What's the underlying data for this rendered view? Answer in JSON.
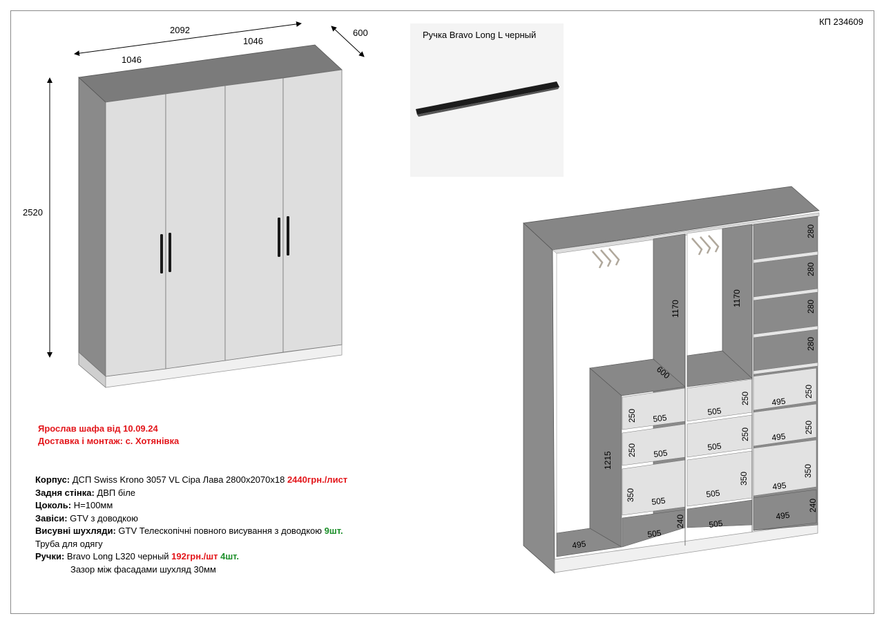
{
  "project_code": "КП 234609",
  "handle": {
    "title": "Ручка Bravo Long L черный"
  },
  "header": {
    "line1": "Ярослав шафа від 10.09.24",
    "line2": "Доставка і монтаж: с. Хотянівка"
  },
  "spec": {
    "body_label": "Корпус:",
    "body_value": " ДСП Swiss Krono 3057 VL Сіра Лава 2800х2070х18 ",
    "body_price": "2440грн./лист",
    "back_label": "Задня стінка:",
    "back_value": "  ДВП біле",
    "plinth_label": "Цоколь:",
    "plinth_value": " H=100мм",
    "hinge_label": "Завіси:",
    "hinge_value": " GTV з доводкою",
    "drawer_label": "Висувні шухляди:",
    "drawer_value": " GTV Телескопічні повного висування з доводкою ",
    "drawer_qty": "9шт.",
    "rail": "Труба для одягу",
    "handle_label": "Ручки:",
    "handle_value": " Bravo Long L320 черный ",
    "handle_price": "192грн./шт ",
    "handle_qty": "4шт.",
    "gap": "Зазор між фасадами шухляд 30мм"
  },
  "front_view": {
    "width_total": "2092",
    "width_left": "1046",
    "width_right": "1046",
    "depth": "600",
    "height": "2520"
  },
  "interior_view": {
    "rail_height_a": "1170",
    "rail_height_b": "1170",
    "depth": "600",
    "left_block_height": "1215",
    "bottom_left": "495",
    "shelves": [
      "280",
      "280",
      "280",
      "280"
    ],
    "col1_drawers": {
      "h1": "250",
      "w1": "505",
      "h2": "250",
      "w2": "505",
      "h3": "350",
      "w3": "505",
      "h4": "240",
      "w4": "505"
    },
    "col2_drawers": {
      "h1": "250",
      "w1": "505",
      "h2": "250",
      "w2": "505",
      "h3": "350",
      "w3": "505",
      "w4": "505"
    },
    "col3_drawers": {
      "h1": "250",
      "w1": "495",
      "h2": "250",
      "w2": "495",
      "h3": "350",
      "w3": "495",
      "h4": "240",
      "w4": "495"
    }
  },
  "colors": {
    "body": "#8a8a8a",
    "top": "#7d7d7d",
    "door": "#dddddd",
    "plinth": "#efefef",
    "accent_red": "#e3161b",
    "accent_green": "#1d8f2a"
  }
}
